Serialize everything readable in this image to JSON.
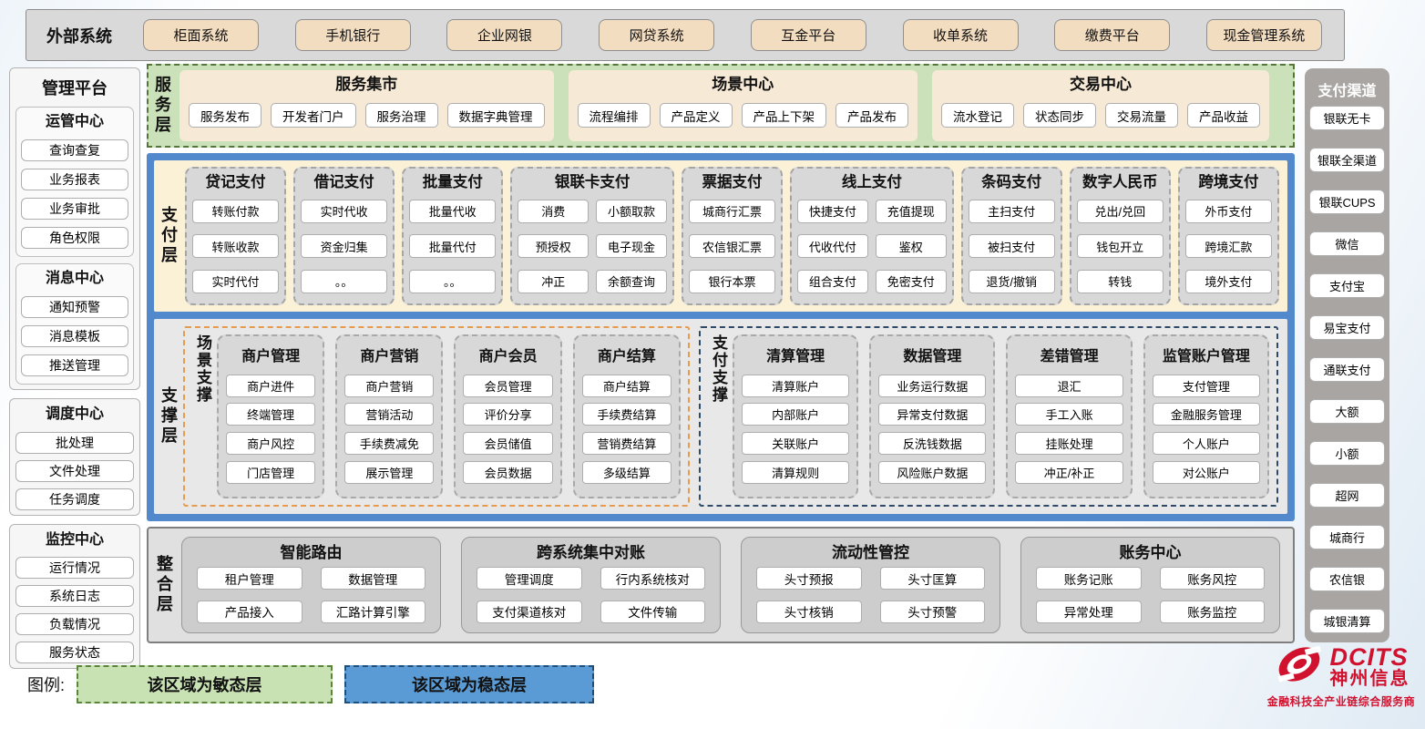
{
  "external": {
    "label": "外部系统",
    "systems": [
      "柜面系统",
      "手机银行",
      "企业网银",
      "网贷系统",
      "互金平台",
      "收单系统",
      "缴费平台",
      "现金管理系统"
    ]
  },
  "management": {
    "title": "管理平台",
    "groups": [
      {
        "title": "运管中心",
        "items": [
          "查询查复",
          "业务报表",
          "业务审批",
          "角色权限"
        ]
      },
      {
        "title": "消息中心",
        "items": [
          "通知预警",
          "消息模板",
          "推送管理"
        ]
      },
      {
        "title": "调度中心",
        "items": [
          "批处理",
          "文件处理",
          "任务调度"
        ]
      },
      {
        "title": "监控中心",
        "items": [
          "运行情况",
          "系统日志",
          "负载情况",
          "服务状态"
        ]
      }
    ]
  },
  "service_layer": {
    "label": "服务层",
    "centers": [
      {
        "title": "服务集市",
        "items": [
          "服务发布",
          "开发者门户",
          "服务治理",
          "数据字典管理"
        ]
      },
      {
        "title": "场景中心",
        "items": [
          "流程编排",
          "产品定义",
          "产品上下架",
          "产品发布"
        ]
      },
      {
        "title": "交易中心",
        "items": [
          "流水登记",
          "状态同步",
          "交易流量",
          "产品收益"
        ]
      }
    ]
  },
  "payment_layer": {
    "label": "支付层",
    "columns": [
      {
        "title": "贷记支付",
        "cols": 1,
        "items": [
          "转账付款",
          "转账收款",
          "实时代付"
        ]
      },
      {
        "title": "借记支付",
        "cols": 1,
        "items": [
          "实时代收",
          "资金归集",
          "。。"
        ]
      },
      {
        "title": "批量支付",
        "cols": 1,
        "items": [
          "批量代收",
          "批量代付",
          "。。"
        ]
      },
      {
        "title": "银联卡支付",
        "cols": 2,
        "items": [
          "消费",
          "小额取款",
          "预授权",
          "电子现金",
          "冲正",
          "余额查询"
        ]
      },
      {
        "title": "票据支付",
        "cols": 1,
        "items": [
          "城商行汇票",
          "农信银汇票",
          "银行本票"
        ]
      },
      {
        "title": "线上支付",
        "cols": 2,
        "items": [
          "快捷支付",
          "充值提现",
          "代收代付",
          "鉴权",
          "组合支付",
          "免密支付"
        ]
      },
      {
        "title": "条码支付",
        "cols": 1,
        "items": [
          "主扫支付",
          "被扫支付",
          "退货/撤销"
        ]
      },
      {
        "title": "数字人民币",
        "cols": 1,
        "items": [
          "兑出/兑回",
          "钱包开立",
          "转钱"
        ]
      },
      {
        "title": "跨境支付",
        "cols": 1,
        "items": [
          "外币支付",
          "跨境汇款",
          "境外支付"
        ]
      }
    ]
  },
  "support_layer": {
    "label": "支撑层",
    "sections": [
      {
        "label": "场景支撑",
        "columns": [
          {
            "title": "商户管理",
            "items": [
              "商户进件",
              "终端管理",
              "商户风控",
              "门店管理"
            ]
          },
          {
            "title": "商户营销",
            "items": [
              "商户营销",
              "营销活动",
              "手续费减免",
              "展示管理"
            ]
          },
          {
            "title": "商户会员",
            "items": [
              "会员管理",
              "评价分享",
              "会员储值",
              "会员数据"
            ]
          },
          {
            "title": "商户结算",
            "items": [
              "商户结算",
              "手续费结算",
              "营销费结算",
              "多级结算"
            ]
          }
        ]
      },
      {
        "label": "支付支撑",
        "columns": [
          {
            "title": "清算管理",
            "items": [
              "清算账户",
              "内部账户",
              "关联账户",
              "清算规则"
            ]
          },
          {
            "title": "数据管理",
            "items": [
              "业务运行数据",
              "异常支付数据",
              "反洗钱数据",
              "风险账户数据"
            ]
          },
          {
            "title": "差错管理",
            "items": [
              "退汇",
              "手工入账",
              "挂账处理",
              "冲正/补正"
            ]
          },
          {
            "title": "监管账户管理",
            "items": [
              "支付管理",
              "金融服务管理",
              "个人账户",
              "对公账户"
            ]
          }
        ]
      }
    ]
  },
  "integration_layer": {
    "label": "整合层",
    "modules": [
      {
        "title": "智能路由",
        "items": [
          "租户管理",
          "数据管理",
          "产品接入",
          "汇路计算引擎"
        ]
      },
      {
        "title": "跨系统集中对账",
        "items": [
          "管理调度",
          "行内系统核对",
          "支付渠道核对",
          "文件传输"
        ]
      },
      {
        "title": "流动性管控",
        "items": [
          "头寸预报",
          "头寸匡算",
          "头寸核销",
          "头寸预警"
        ]
      },
      {
        "title": "账务中心",
        "items": [
          "账务记账",
          "账务风控",
          "异常处理",
          "账务监控"
        ]
      }
    ]
  },
  "channels": {
    "title": "支付渠道",
    "items": [
      "银联无卡",
      "银联全渠道",
      "银联CUPS",
      "微信",
      "支付宝",
      "易宝支付",
      "通联支付",
      "大额",
      "小额",
      "超网",
      "城商行",
      "农信银",
      "城银清算"
    ]
  },
  "legend": {
    "label": "图例:",
    "agile": "该区域为敏态层",
    "stable": "该区域为稳态层"
  },
  "logo": {
    "name": "DCITS",
    "cn": "神州信息",
    "tagline": "金融科技全产业链综合服务商"
  },
  "colors": {
    "agile_green": "#cbe1b9",
    "stable_blue": "#5289cd",
    "payment_cream": "#fbf1d7",
    "node_gray": "#d8d8d8",
    "external_tan": "#f3ddc1",
    "scene_orange": "#e79b4e",
    "paysup_navy": "#2e4a68",
    "brand_red": "#d0122f"
  }
}
